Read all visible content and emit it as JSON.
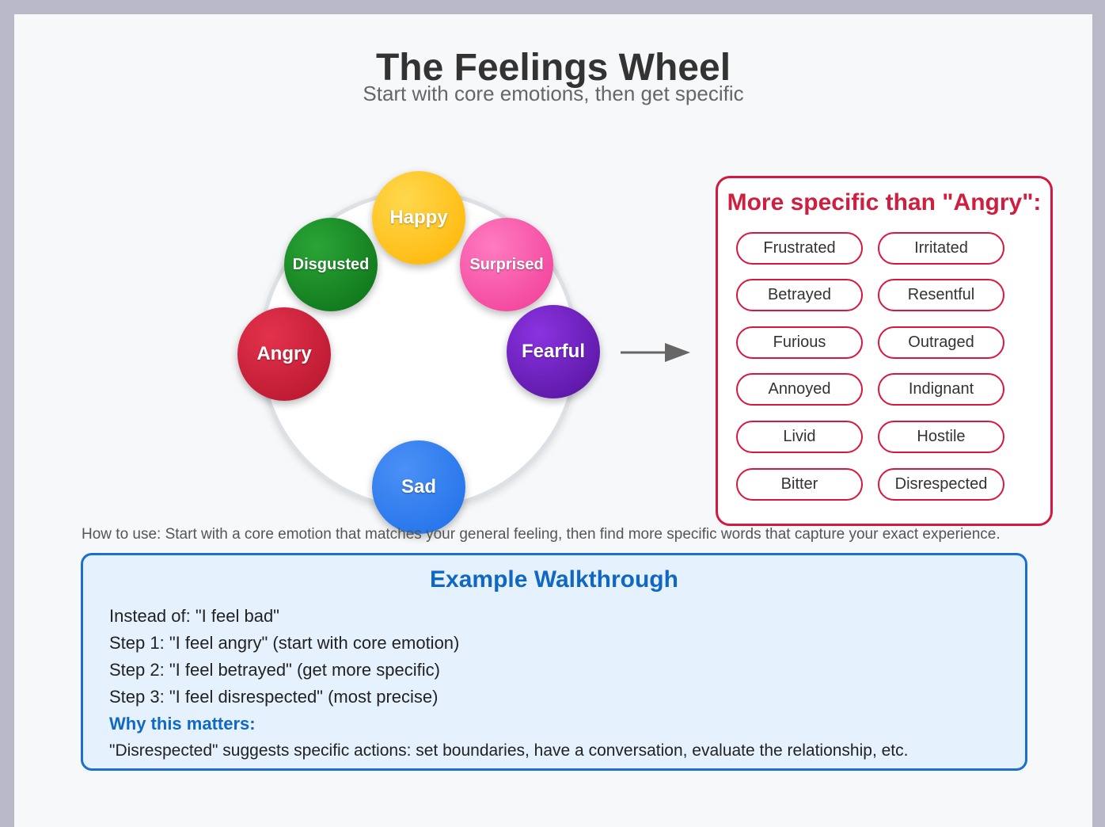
{
  "header": {
    "title": "The Feelings Wheel",
    "subtitle": "Start with core emotions, then get specific"
  },
  "wheel": {
    "emotions": [
      {
        "label": "Happy",
        "color": "#ffc20e"
      },
      {
        "label": "Disgusted",
        "color": "#138a1e"
      },
      {
        "label": "Surprised",
        "color": "#ff4fa8"
      },
      {
        "label": "Angry",
        "color": "#d1203a"
      },
      {
        "label": "Fearful",
        "color": "#6d1fc4"
      },
      {
        "label": "Sad",
        "color": "#2a7ef0"
      }
    ]
  },
  "specific": {
    "title": "More specific than \"Angry\":",
    "words": [
      "Frustrated",
      "Irritated",
      "Betrayed",
      "Resentful",
      "Furious",
      "Outraged",
      "Annoyed",
      "Indignant",
      "Livid",
      "Hostile",
      "Bitter",
      "Disrespected"
    ],
    "accent_color": "#d6173f"
  },
  "howto": "How to use: Start with a core emotion that matches your general feeling, then find more specific words that capture your exact experience.",
  "example": {
    "title": "Example Walkthrough",
    "lines": [
      "Instead of: \"I feel bad\"",
      "Step 1: \"I feel angry\" (start with core emotion)",
      "Step 2: \"I feel betrayed\" (get more specific)",
      "Step 3: \"I feel disrespected\" (most precise)"
    ],
    "why_label": "Why this matters:",
    "why_text": "\"Disrespected\" suggests specific actions: set boundaries, have a conversation, evaluate the relationship, etc.",
    "accent_color": "#1a6fcf"
  }
}
